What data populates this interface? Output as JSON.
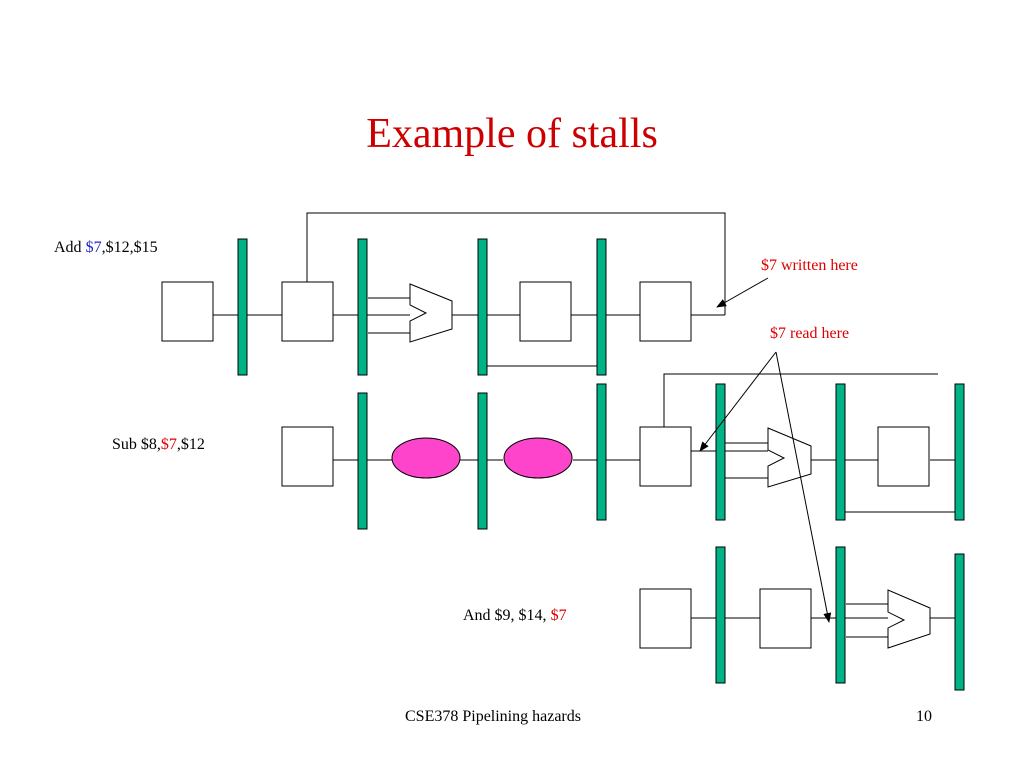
{
  "slide": {
    "title": "Example of stalls",
    "footer_course": "CSE378 Pipelining hazards",
    "page_number": "10"
  },
  "instructions": {
    "add": {
      "prefix": "Add ",
      "reg_dest": "$7",
      "rest": ",$12,$15"
    },
    "sub": {
      "prefix": "Sub $8,",
      "reg_src": "$7",
      "rest": ",$12"
    },
    "and": {
      "prefix": "And $9, $14, ",
      "reg_src": "$7"
    }
  },
  "annotations": {
    "written": "$7 written here",
    "read": "$7 read here"
  },
  "colors": {
    "title": "#cc0000",
    "latch": "#00b386",
    "stall_bubble": "#ff44cc",
    "highlight_dest": "#2222cc",
    "highlight_src": "#dd0000"
  }
}
